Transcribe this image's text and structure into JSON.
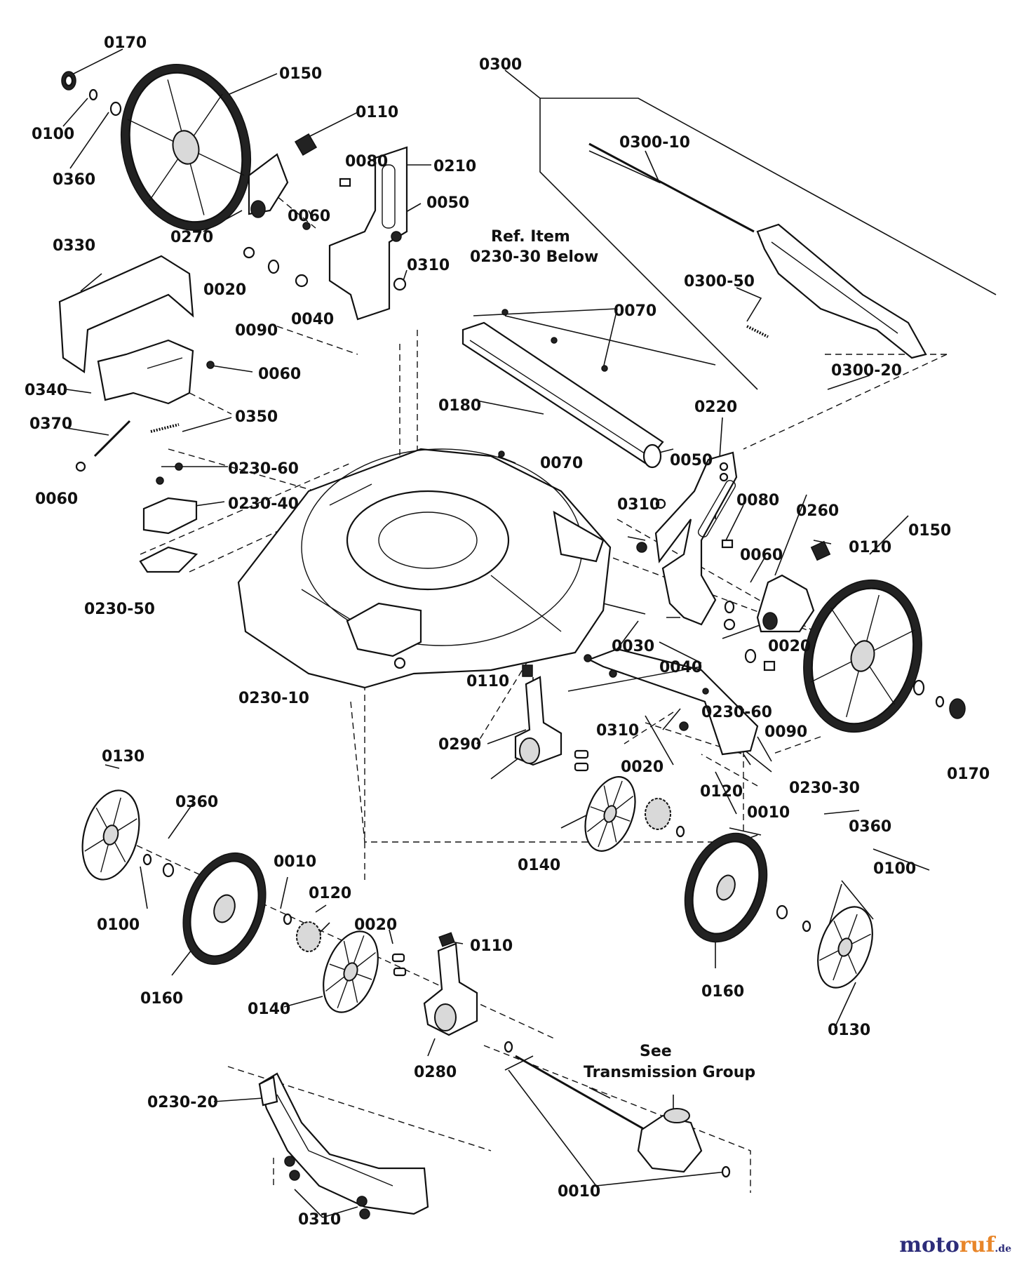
{
  "labels": {
    "l0170a": "0170",
    "l0150a": "0150",
    "l0100a": "0100",
    "l0360a": "0360",
    "l0110a": "0110",
    "l0270": "0270",
    "l0080a": "0080",
    "l0210": "0210",
    "l0050a": "0050",
    "l0060a": "0060",
    "l0020a": "0020",
    "l0090a": "0090",
    "l0040a": "0040",
    "l0310a": "0310",
    "l0300": "0300",
    "l0300_10": "0300-10",
    "l0300_50": "0300-50",
    "l0300_20": "0300-20",
    "l0330": "0330",
    "l0340": "0340",
    "l0060b": "0060",
    "l0370": "0370",
    "l0350": "0350",
    "l0060c": "0060",
    "l0230_60a": "0230-60",
    "l0230_40": "0230-40",
    "l0230_50": "0230-50",
    "l0070a": "0070",
    "l0180": "0180",
    "l0070b": "0070",
    "l0220": "0220",
    "l0050b": "0050",
    "l0310b": "0310",
    "l0080b": "0080",
    "l0260": "0260",
    "l0110b": "0110",
    "l0150b": "0150",
    "l0060d": "0060",
    "l0020b": "0020",
    "l0040b": "0040",
    "l0030": "0030",
    "l0110c": "0110",
    "l0310c": "0310",
    "l0230_60b": "0230-60",
    "l0090b": "0090",
    "l0230_10": "0230-10",
    "l0290": "0290",
    "l0020c": "0020",
    "l0230_30": "0230-30",
    "l0170b": "0170",
    "l0360b": "0360",
    "l0130a": "0130",
    "l0360c": "0360",
    "l0100b": "0100",
    "l0010a": "0010",
    "l0120a": "0120",
    "l0010b": "0010",
    "l0120b": "0120",
    "l0140a": "0140",
    "l0100c": "0100",
    "l0160a": "0160",
    "l0020d": "0020",
    "l0110d": "0110",
    "l0140b": "0140",
    "l0160b": "0160",
    "l0130b": "0130",
    "l0280": "0280",
    "l0230_20": "0230-20",
    "l0010c": "0010",
    "l0310d": "0310"
  },
  "refs": {
    "ref_item_line1": "Ref. Item",
    "ref_item_line2": "0230-30 Below",
    "see_line1": "See",
    "see_line2": "Transmission Group"
  },
  "watermark": {
    "part_a": "moto",
    "part_b": "ruf",
    "part_c": ".de"
  }
}
